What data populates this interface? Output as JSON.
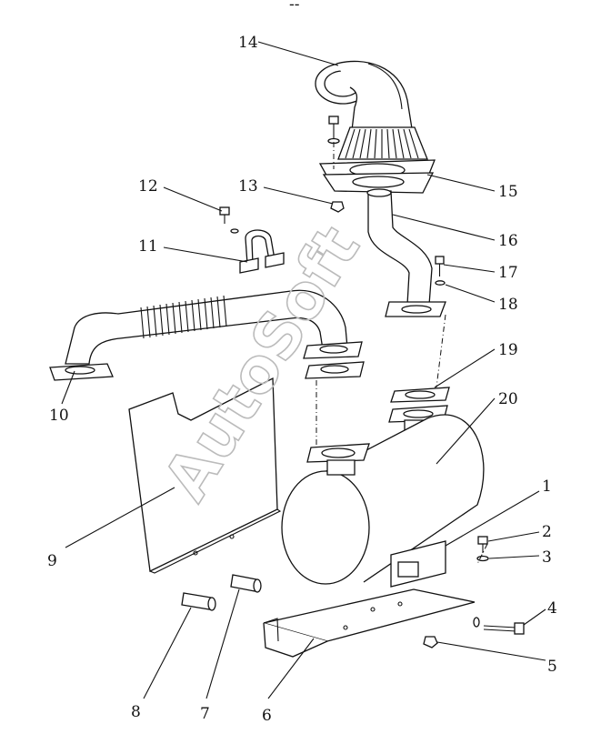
{
  "watermark": "AutoSoft",
  "header_mark": "--",
  "callouts": {
    "c1": "1",
    "c2": "2",
    "c3": "3",
    "c4": "4",
    "c5": "5",
    "c6": "6",
    "c7": "7",
    "c8": "8",
    "c9": "9",
    "c10": "10",
    "c11": "11",
    "c12": "12",
    "c13": "13",
    "c14": "14",
    "c15": "15",
    "c16": "16",
    "c17": "17",
    "c18": "18",
    "c19": "19",
    "c20": "20"
  }
}
